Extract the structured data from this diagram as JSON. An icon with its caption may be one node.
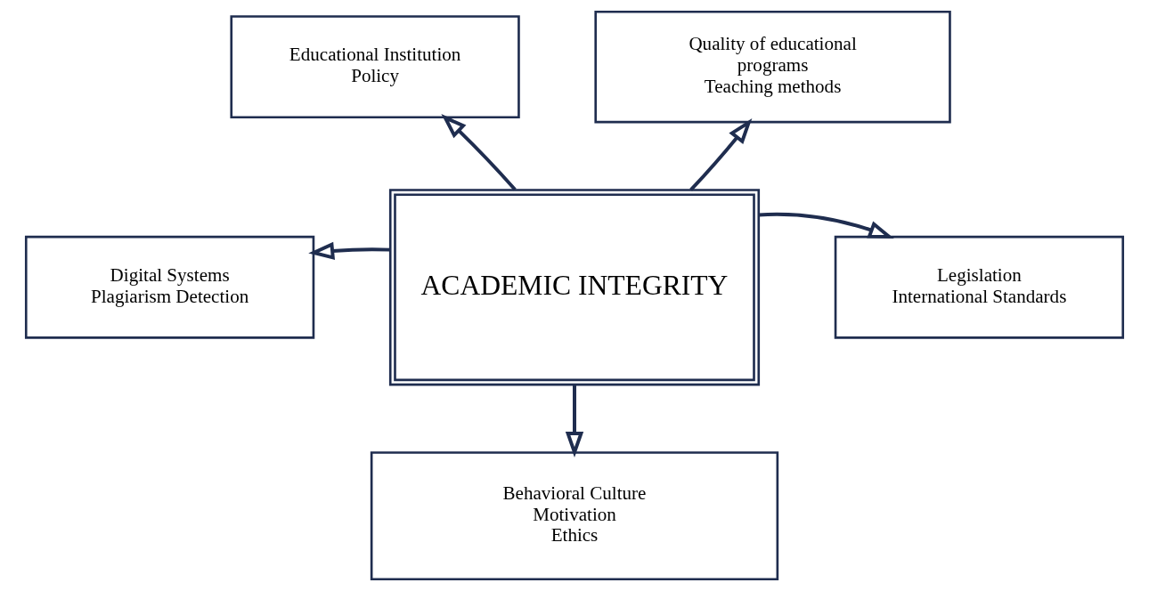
{
  "diagram": {
    "nodes": [
      {
        "text": [
          "ACADEMIC INTEGRITY"
        ]
      },
      {
        "text": [
          "Educational Institution Policy"
        ]
      },
      {
        "text": [
          "Quality of educational programs",
          "Teaching methods"
        ]
      },
      {
        "text": [
          "Digital Systems",
          "Plagiarism Detection"
        ]
      },
      {
        "text": [
          "Legislation",
          "International Standards"
        ]
      },
      {
        "text": [
          "Behavioral Culture",
          "Motivation",
          "Ethics"
        ]
      }
    ],
    "edges": [
      {
        "from": 0,
        "to": 1,
        "arrow": "to"
      },
      {
        "from": 0,
        "to": 2,
        "arrow": "to"
      },
      {
        "from": 0,
        "to": 3,
        "arrow": "to"
      },
      {
        "from": 0,
        "to": 4,
        "arrow": "to"
      },
      {
        "from": 0,
        "to": 5,
        "arrow": "to"
      }
    ]
  }
}
